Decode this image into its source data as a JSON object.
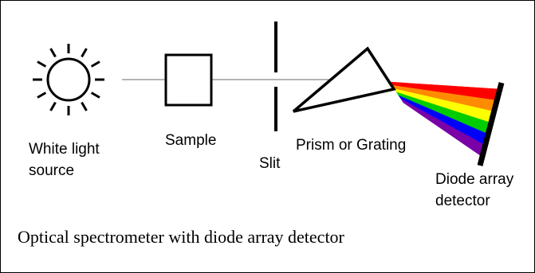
{
  "labels": {
    "source_line1": "White light",
    "source_line2": "source",
    "sample": "Sample",
    "slit": "Slit",
    "prism": "Prism or Grating",
    "detector_line1": "Diode array",
    "detector_line2": "detector"
  },
  "caption": "Optical spectrometer with diode array detector",
  "spectrum_colors": [
    "#ff0000",
    "#ff8c00",
    "#ffff00",
    "#00cc00",
    "#0000ff",
    "#7a00a8"
  ],
  "colors": {
    "line": "#000000",
    "beam": "#888888"
  }
}
